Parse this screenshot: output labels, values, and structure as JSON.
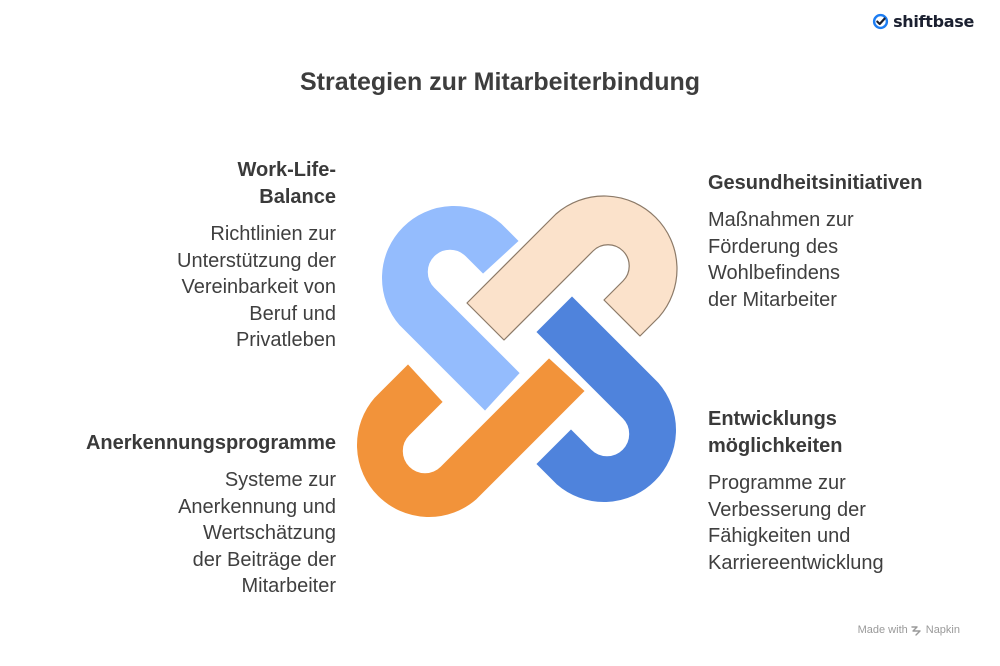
{
  "brand": {
    "name": "shiftbase"
  },
  "title": "Strategien zur Mitarbeiterbindung",
  "items": [
    {
      "heading": "Work-Life-Balance",
      "heading_lines": [
        "Work-Life-",
        "Balance"
      ],
      "desc_lines": [
        "Richtlinien zur",
        "Unterstützung der",
        "Vereinbarkeit von",
        "Beruf und",
        "Privatleben"
      ],
      "color": "#94bcfd"
    },
    {
      "heading": "Gesundheitsinitiativen",
      "heading_lines": [
        "Gesundheitsinitiativen"
      ],
      "desc_lines": [
        "Maßnahmen zur",
        "Förderung des",
        "Wohlbefindens",
        "der Mitarbeiter"
      ],
      "color": "#fbe2cb"
    },
    {
      "heading": "Anerkennungsprogramme",
      "heading_lines": [
        "Anerkennungsprogramme"
      ],
      "desc_lines": [
        "Systeme zur",
        "Anerkennung und",
        "Wertschätzung",
        "der Beiträge der",
        "Mitarbeiter"
      ],
      "color": "#f2933a"
    },
    {
      "heading": "Entwicklungsmöglichkeiten",
      "heading_lines": [
        "Entwicklungs",
        "möglichkeiten"
      ],
      "desc_lines": [
        "Programme zur",
        "Verbesserung der",
        "Fähigkeiten und",
        "Karriereentwicklung"
      ],
      "color": "#4f83dc"
    }
  ],
  "footer": {
    "made_with": "Made with",
    "tool": "Napkin"
  }
}
